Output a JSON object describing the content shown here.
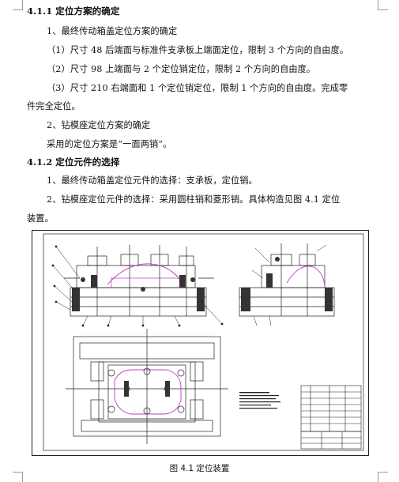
{
  "section1": {
    "heading": "4.1.1 定位方案的确定",
    "item1": "1、最终传动箱盖定位方案的确定",
    "sub1": "（1）尺寸 48 后端面与标准件支承板上端面定位，限制 3 个方向的自由度。",
    "sub2": "（2）尺寸 98 上端面与 2 个定位销定位，限制 2 个方向的自由度。",
    "sub3a": "（3）尺寸 210 右端面和 1 个定位销定位，限制 1 个方向的自由度。完成零",
    "sub3b": "件完全定位。",
    "item2": "2、钻模座定位方案的确定",
    "item2_text": "采用的定位方案是“一面两销”。"
  },
  "section2": {
    "heading": "4.1.2 定位元件的选择",
    "item1": "1、最终传动箱盖定位元件的选择：支承板，定位销。",
    "item2a": "2、钻模座定位元件的选择：采用圆柱销和菱形销。具体构造见图 4.1 定位",
    "item2b": "装置。"
  },
  "figure": {
    "caption": "图 4.1  定位装置"
  }
}
